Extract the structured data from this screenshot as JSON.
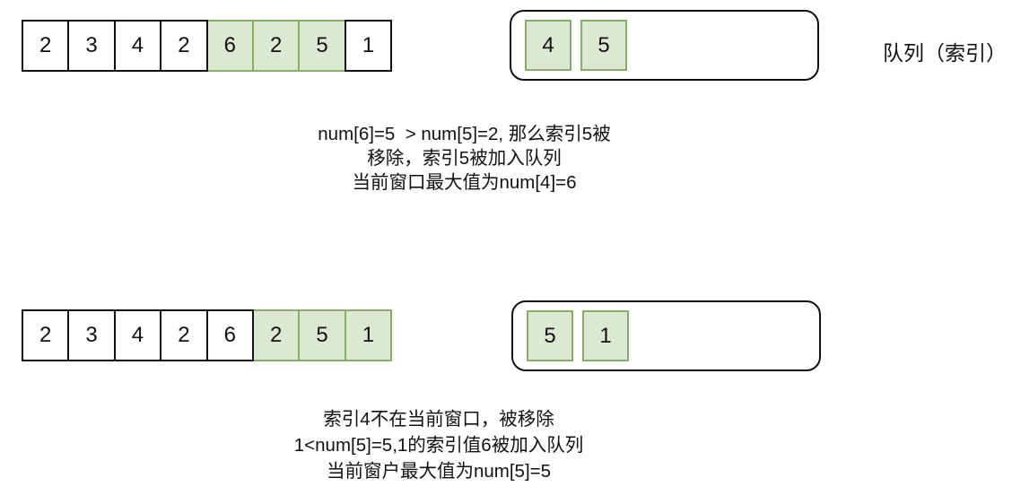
{
  "queue_label": "队列（索引）",
  "colors": {
    "green_fill": "#dde8d3",
    "green_border": "#87ad69",
    "black_border": "#111111"
  },
  "steps": [
    {
      "array": [
        "2",
        "3",
        "4",
        "2",
        "6",
        "2",
        "5",
        "1"
      ],
      "highlighted_indices": [
        4,
        5,
        6
      ],
      "queue": [
        "4",
        "5"
      ],
      "caption_lines": [
        "num[6]=5  > num[5]=2, 那么索引5被",
        "移除，索引5被加入队列",
        "当前窗口最大值为num[4]=6"
      ]
    },
    {
      "array": [
        "2",
        "3",
        "4",
        "2",
        "6",
        "2",
        "5",
        "1"
      ],
      "highlighted_indices": [
        5,
        6,
        7
      ],
      "queue": [
        "5",
        "1"
      ],
      "caption_lines": [
        "索引4不在当前窗口，被移除",
        "1<num[5]=5,1的索引值6被加入队列",
        "当前窗户最大值为num[5]=5"
      ]
    }
  ]
}
